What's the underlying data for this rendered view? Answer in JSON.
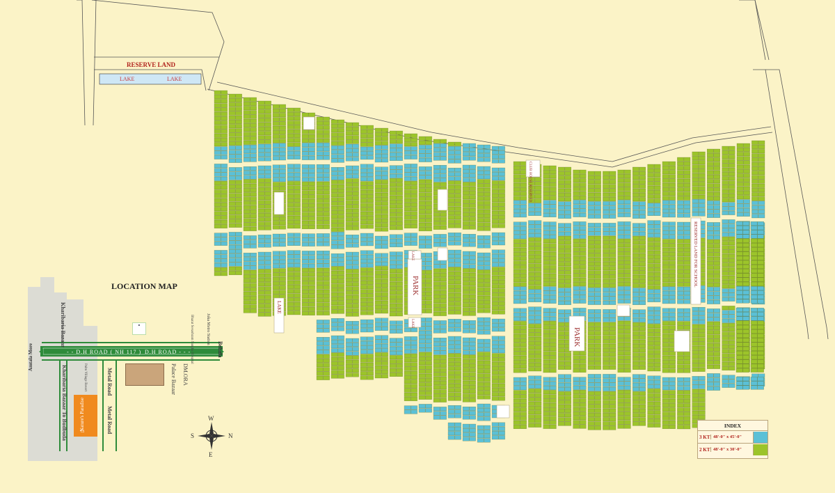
{
  "map": {
    "reserve_land": "RESERVE LAND",
    "lake_labels": [
      "LAKE",
      "LAKE"
    ],
    "park_main": "PARK",
    "park_east": "PARK",
    "lake_west": "LAKE",
    "school": "RESERVED LAND FOR SCHOOL",
    "club": "CLUB HOUSE RESERVED",
    "small_lake_a": "LAKE",
    "small_lake_b": "LAKE"
  },
  "location_map": {
    "title": "LOCATION MAP",
    "dh_road_1": "- - D.H ROAD ( NH 117 )",
    "dh_road_2": "D.H ROAD - - -",
    "behala": "Behala",
    "amtala": "Amtala More",
    "kharibaria_bazaar": "Kharibaria Bazaar",
    "kharibaria_to_budbuda": "Kharibaria Bazaar To Budbuda",
    "metal_road_1": "Metal Road",
    "metal_road_2": "Metal Road",
    "palace_bazaar": "Palace Bazaar",
    "dmora": "DM.ORA",
    "joka_metro": "Joka Metro Station",
    "hospital": "Bharat Sevashram Sangha Hospital",
    "palm_village": "Palm Village Resort",
    "natures_paradise": "Nature's Paradise",
    "compass": {
      "n": "N",
      "s": "S",
      "e": "E",
      "w": "W"
    }
  },
  "index": {
    "title": "INDEX",
    "rows": [
      {
        "kt": "3 KT",
        "dim": "48'-0\" x 45'-0\"",
        "color": "#5bc0d6"
      },
      {
        "kt": "2 KT",
        "dim": "48'-0\" x 30'-0\"",
        "color": "#9cc42a"
      }
    ]
  },
  "colors": {
    "background": "#fbf3c7",
    "plot_3kt": "#5bc0d6",
    "plot_2kt": "#9cc42a",
    "road": "#ffffff",
    "green_road": "#2e8b3a",
    "accent": "#b0221c"
  }
}
